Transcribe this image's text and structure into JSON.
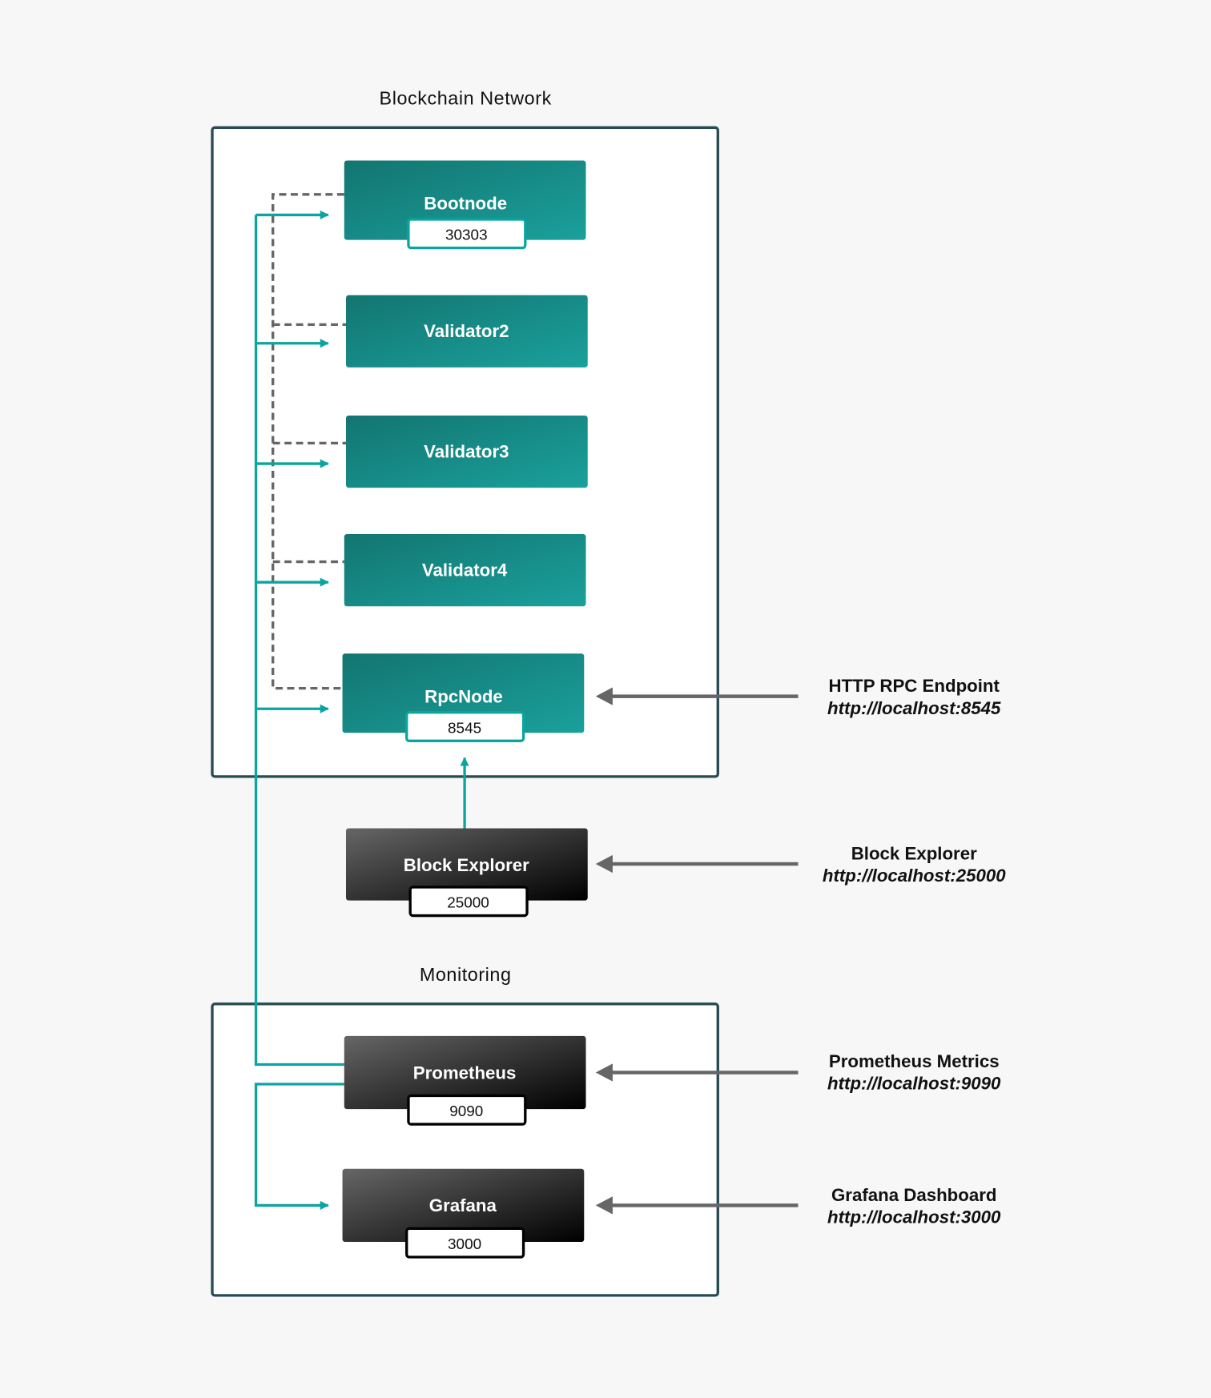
{
  "groups": {
    "blockchain": "Blockchain Network",
    "monitoring": "Monitoring"
  },
  "nodes": {
    "bootnode": {
      "name": "Bootnode",
      "port": "30303"
    },
    "validator2": {
      "name": "Validator2"
    },
    "validator3": {
      "name": "Validator3"
    },
    "validator4": {
      "name": "Validator4"
    },
    "rpcnode": {
      "name": "RpcNode",
      "port": "8545"
    },
    "explorer": {
      "name": "Block Explorer",
      "port": "25000"
    },
    "prometheus": {
      "name": "Prometheus",
      "port": "9090"
    },
    "grafana": {
      "name": "Grafana",
      "port": "3000"
    }
  },
  "endpoints": [
    {
      "label": "HTTP RPC Endpoint",
      "url": "http://localhost:8545"
    },
    {
      "label": "Block Explorer",
      "url": "http://localhost:25000"
    },
    {
      "label": "Prometheus Metrics",
      "url": "http://localhost:9090"
    },
    {
      "label": "Grafana Dashboard",
      "url": "http://localhost:3000"
    }
  ],
  "colors": {
    "teal_node": "#15807a",
    "dark_node": "#2a2a2a",
    "teal_line": "#0aa5a0",
    "dashed_line": "#666666",
    "group_border": "#264b53"
  }
}
